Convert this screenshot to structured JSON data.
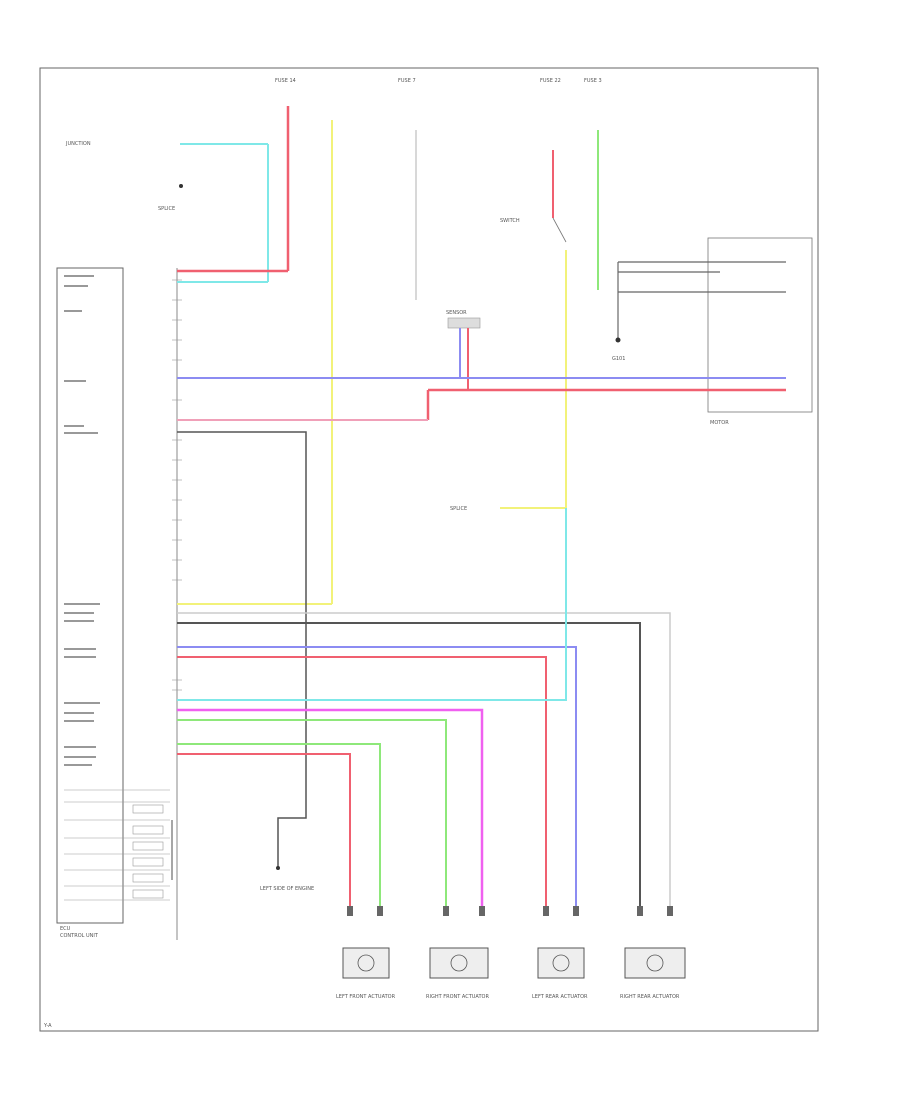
{
  "diagram": {
    "footer_code": "Y-A",
    "ecu_label": "ECU",
    "ecu_sub": "CONTROL UNIT",
    "sensor_label": "SENSOR",
    "ground_label": "G101",
    "ground_sub": "LEFT SIDE OF ENGINE",
    "actuator_labels": [
      "LEFT FRONT ACTUATOR",
      "RIGHT FRONT ACTUATOR",
      "LEFT REAR ACTUATOR",
      "RIGHT REAR ACTUATOR"
    ],
    "junction_label": "JUNCTION",
    "splice_label": "SPLICE",
    "switch_label": "SWITCH",
    "motor_label": "MOTOR",
    "fuse_labels": [
      "FUSE 14",
      "FUSE 7",
      "FUSE 22",
      "FUSE 3"
    ],
    "wire_colors": {
      "red": "#f06070",
      "cyan": "#7fe8e8",
      "yellow": "#f2f27a",
      "blue": "#8c8cf2",
      "green": "#8ee87a",
      "magenta": "#f060f0",
      "pink": "#f0a0b8",
      "dark": "#555555",
      "black": "#333333"
    }
  }
}
